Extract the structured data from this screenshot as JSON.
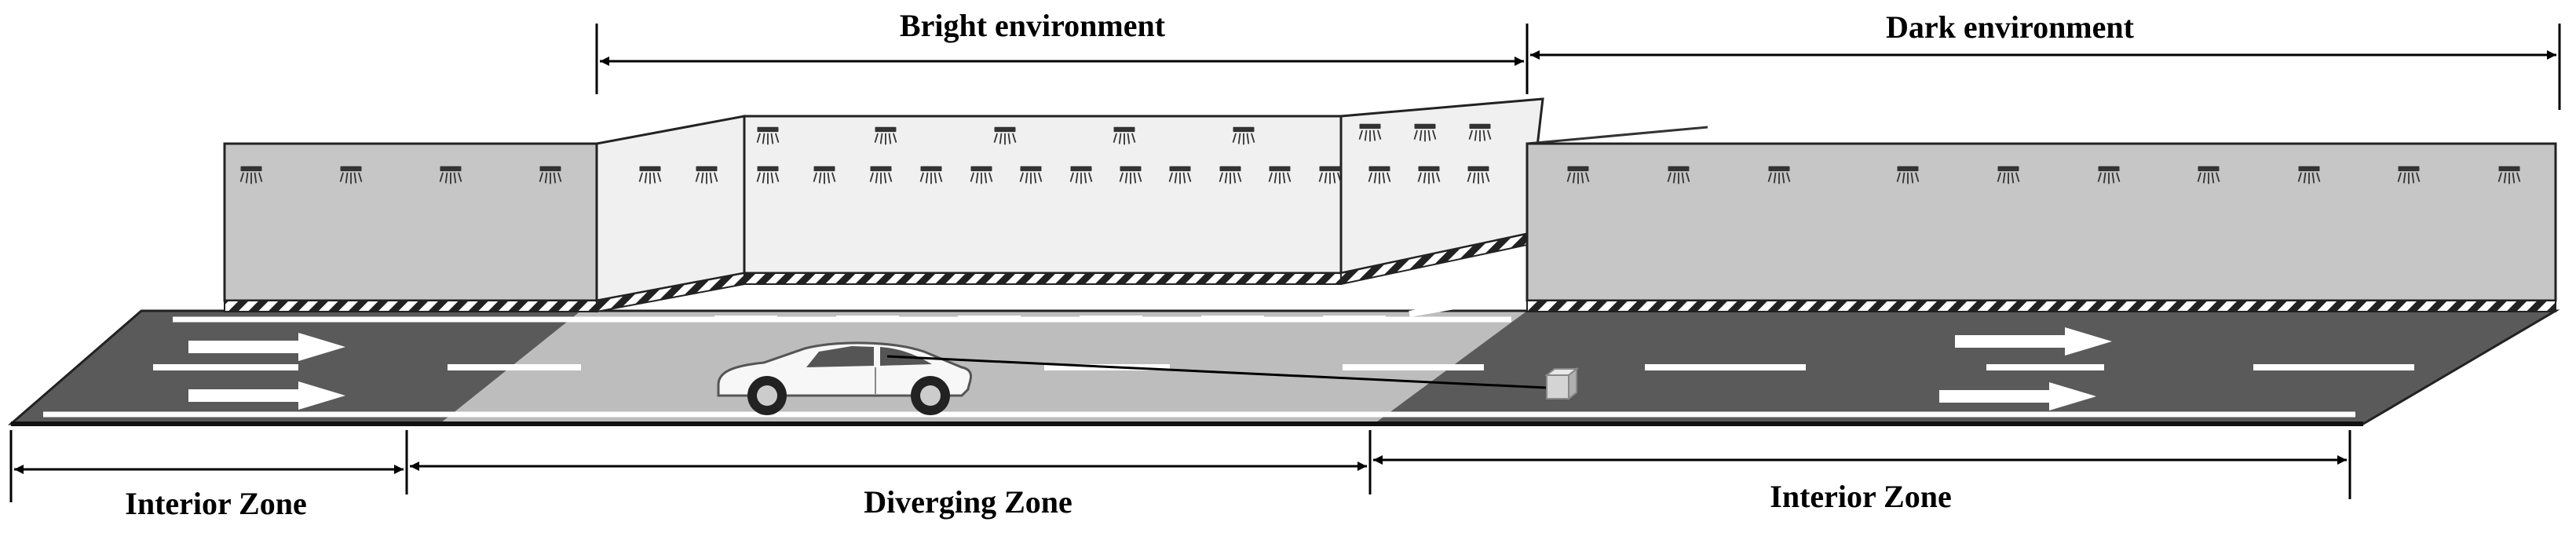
{
  "labels": {
    "bright_environment": "Bright environment",
    "dark_environment": "Dark environment",
    "interior_zone_left": "Interior Zone",
    "diverging_zone": "Diverging Zone",
    "interior_zone_right": "Interior Zone"
  },
  "icons": {
    "ceiling_light": "ceiling-light-icon",
    "car": "car-icon",
    "obstacle": "obstacle-box-icon",
    "lane_arrow": "arrow-right-icon"
  },
  "colors": {
    "dark_road": "#5a5a5a",
    "bright_road": "#bdbdbd",
    "gray_wall": "#c6c6c6",
    "bright_wall": "#f0f0f0",
    "line": "#000000",
    "marking": "#ffffff"
  }
}
